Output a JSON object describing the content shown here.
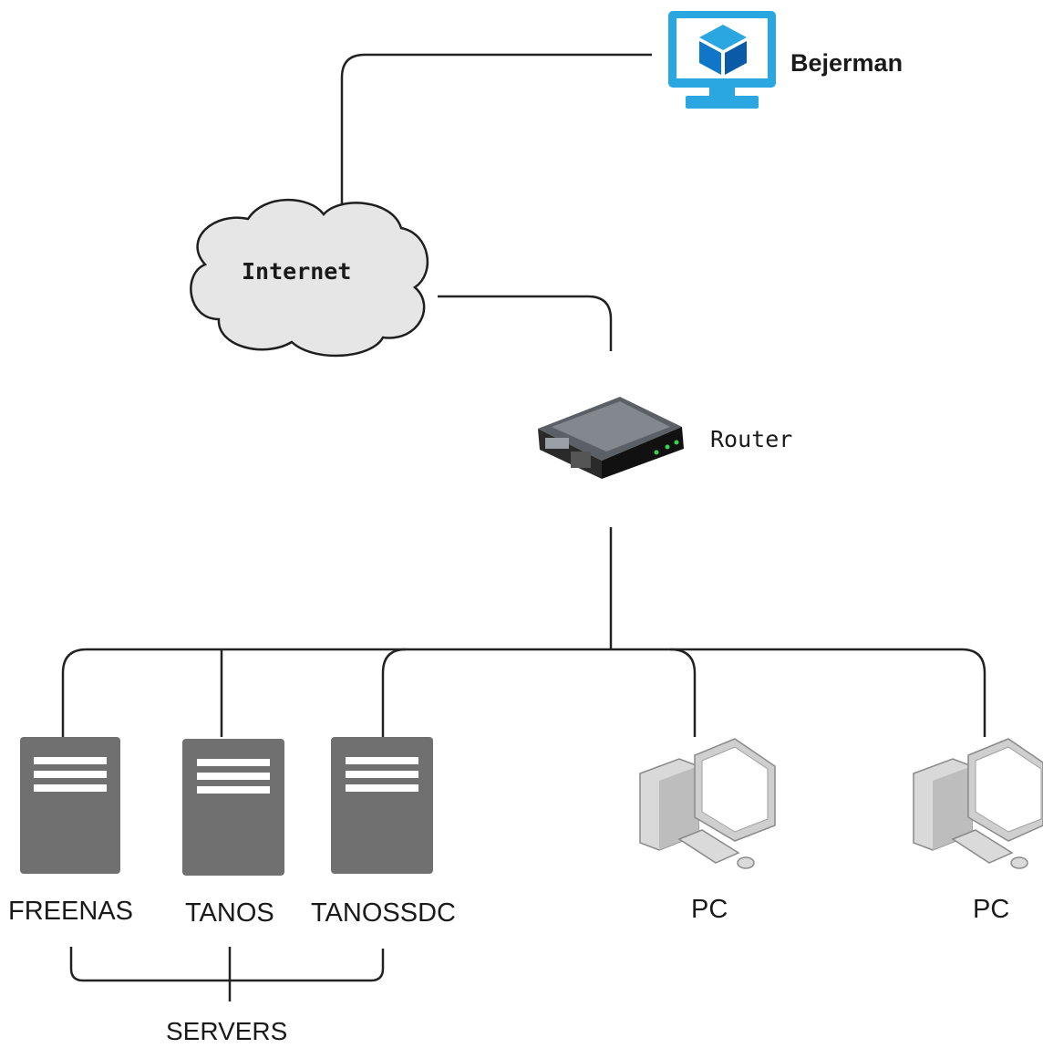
{
  "cloud": {
    "label": "Internet",
    "icon": "cloud-icon"
  },
  "cloud_service": {
    "label": "Bejerman",
    "icon": "cloud-vm-monitor-icon",
    "accent": "#2aa7e0"
  },
  "router": {
    "label": "Router",
    "icon": "router-icon"
  },
  "servers": [
    {
      "label": "FREENAS",
      "icon": "server-icon"
    },
    {
      "label": "TANOS",
      "icon": "server-icon"
    },
    {
      "label": "TANOSSDC",
      "icon": "server-icon"
    }
  ],
  "server_group": {
    "label": "SERVERS"
  },
  "workstations": [
    {
      "label": "PC",
      "icon": "desktop-pc-icon"
    },
    {
      "label": "PC",
      "icon": "desktop-pc-icon"
    }
  ],
  "colors": {
    "line": "#222222",
    "server": "#707070",
    "server_slot": "#ffffff"
  }
}
